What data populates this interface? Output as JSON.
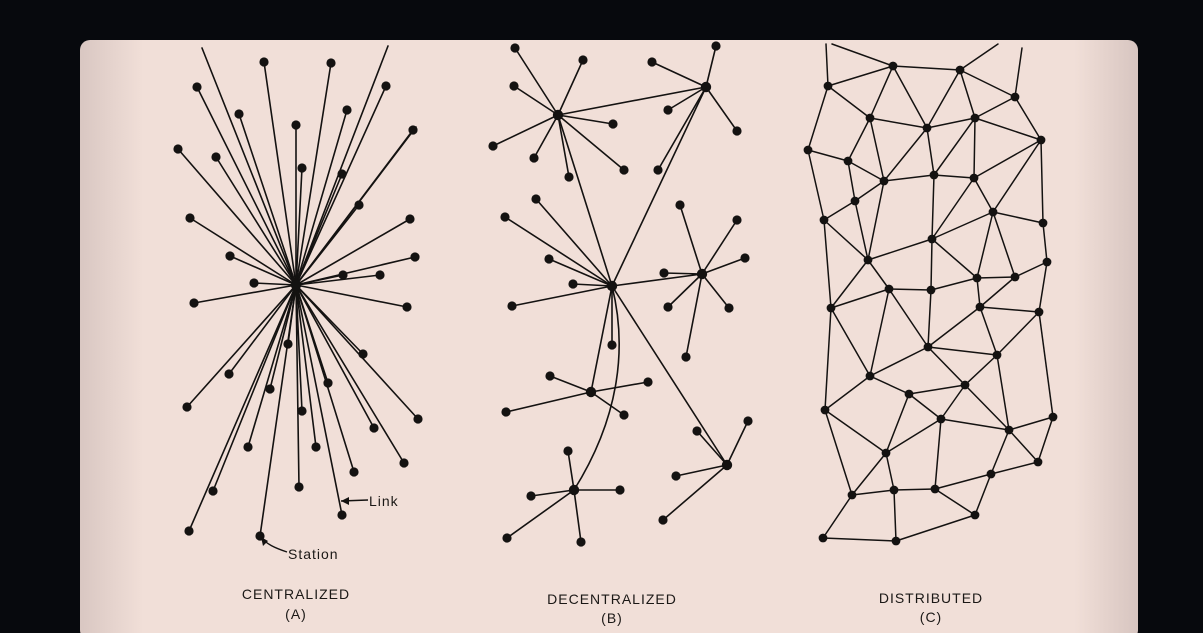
{
  "colors": {
    "background": "#07090d",
    "card": "#efdcd6",
    "ink": "#141211"
  },
  "diagrams": [
    {
      "id": "centralized",
      "title": "CENTRALIZED",
      "letter": "(A)",
      "annotations": {
        "link": "Link",
        "station": "Station"
      }
    },
    {
      "id": "decentralized",
      "title": "DECENTRALIZED",
      "letter": "(B)"
    },
    {
      "id": "distributed",
      "title": "DISTRIBUTED",
      "letter": "(C)"
    }
  ]
}
